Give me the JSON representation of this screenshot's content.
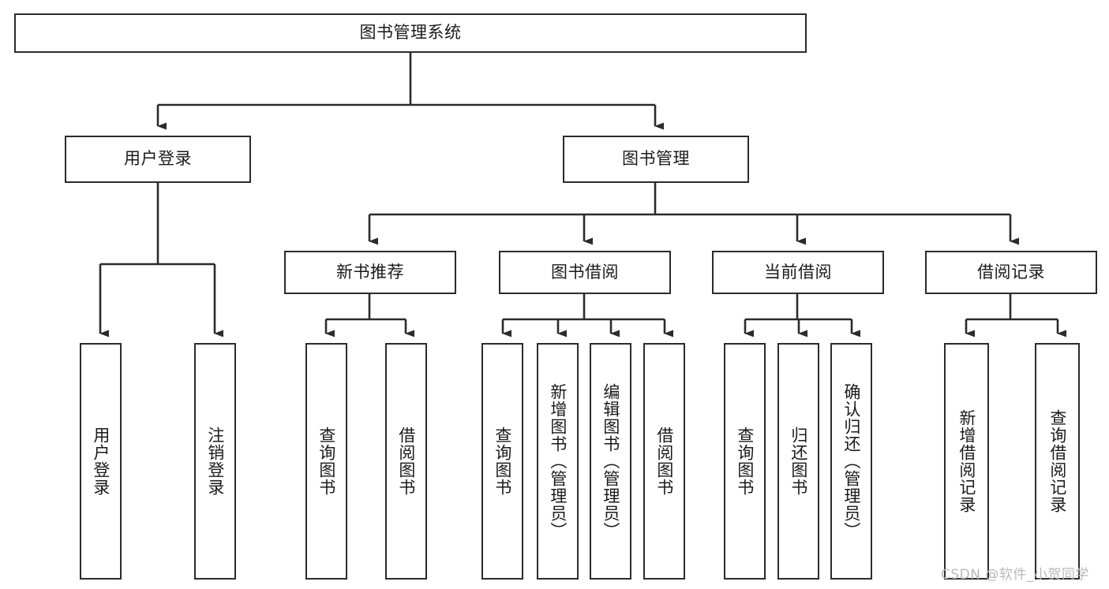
{
  "diagram": {
    "title": "图书管理系统",
    "type": "tree-hierarchy-chart",
    "root": {
      "id": "root",
      "label": "图书管理系统"
    },
    "level1": [
      {
        "id": "user-login",
        "label": "用户登录"
      },
      {
        "id": "book-management",
        "label": "图书管理"
      }
    ],
    "level2": [
      {
        "id": "new-book-recommend",
        "label": "新书推荐",
        "parent": "book-management"
      },
      {
        "id": "book-borrow",
        "label": "图书借阅",
        "parent": "book-management"
      },
      {
        "id": "current-borrow",
        "label": "当前借阅",
        "parent": "book-management"
      },
      {
        "id": "borrow-record",
        "label": "借阅记录",
        "parent": "book-management"
      }
    ],
    "leaves": [
      {
        "id": "leaf-user-login",
        "label": "用户登录",
        "parent": "user-login"
      },
      {
        "id": "leaf-logout-login",
        "label": "注销登录",
        "parent": "user-login"
      },
      {
        "id": "leaf-query-book-1",
        "label": "查询图书",
        "parent": "new-book-recommend"
      },
      {
        "id": "leaf-borrow-book-1",
        "label": "借阅图书",
        "parent": "new-book-recommend"
      },
      {
        "id": "leaf-query-book-2",
        "label": "查询图书",
        "parent": "book-borrow"
      },
      {
        "id": "leaf-add-book-admin",
        "label": "新增图书（管理员）",
        "parent": "book-borrow"
      },
      {
        "id": "leaf-edit-book-admin",
        "label": "编辑图书（管理员）",
        "parent": "book-borrow"
      },
      {
        "id": "leaf-borrow-book-2",
        "label": "借阅图书",
        "parent": "book-borrow"
      },
      {
        "id": "leaf-query-book-3",
        "label": "查询图书",
        "parent": "current-borrow"
      },
      {
        "id": "leaf-return-book",
        "label": "归还图书",
        "parent": "current-borrow"
      },
      {
        "id": "leaf-confirm-return-admin",
        "label": "确认归还（管理员）",
        "parent": "current-borrow"
      },
      {
        "id": "leaf-add-borrow-record",
        "label": "新增借阅记录",
        "parent": "borrow-record"
      },
      {
        "id": "leaf-query-borrow-record",
        "label": "查询借阅记录",
        "parent": "borrow-record"
      }
    ],
    "colors": {
      "stroke": "#2b2b2b",
      "fill": "#ffffff",
      "text": "#1a1a1a",
      "watermark": "#b9b9b9"
    }
  },
  "watermark": {
    "text": "CSDN @软件_小贺同学"
  }
}
